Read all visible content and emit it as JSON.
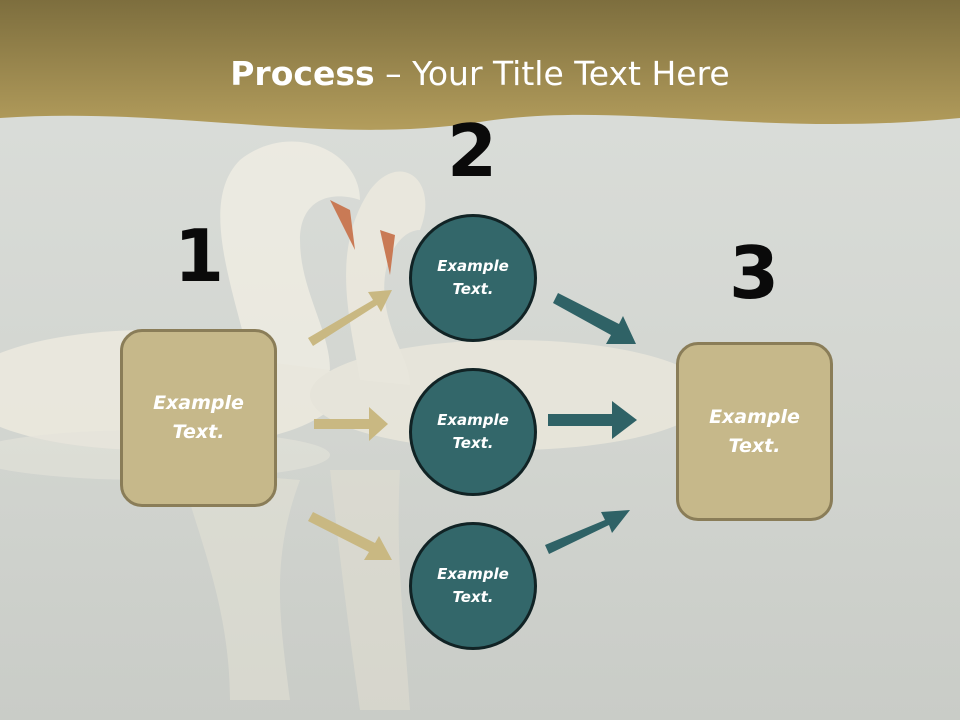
{
  "slide": {
    "title_bold": "Process",
    "title_rest": " – Your Title Text Here",
    "step_numbers": [
      "1",
      "2",
      "3"
    ],
    "left_box": "Example\nText.",
    "circles": [
      "Example\nText.",
      "Example\nText.",
      "Example\nText."
    ],
    "right_box": "Example\nText."
  },
  "colors": {
    "header": "#9a8648",
    "box_fill": "#c6b88a",
    "circle_fill": "#33676a",
    "arrow_tan": "#c9b882",
    "arrow_teal": "#2f6266"
  }
}
